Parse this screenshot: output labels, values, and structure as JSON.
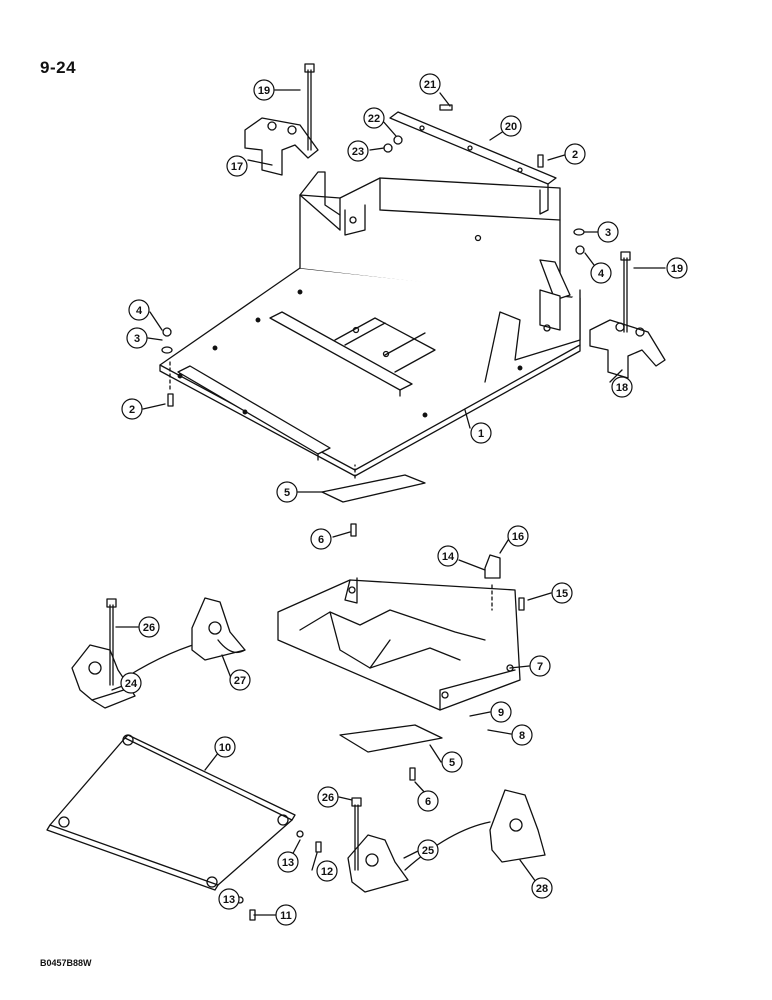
{
  "page_number": "9-24",
  "figure_code": "B0457B88W",
  "callouts": [
    {
      "id": "c1",
      "label": "1"
    },
    {
      "id": "c2a",
      "label": "2"
    },
    {
      "id": "c2b",
      "label": "2"
    },
    {
      "id": "c3a",
      "label": "3"
    },
    {
      "id": "c3b",
      "label": "3"
    },
    {
      "id": "c4a",
      "label": "4"
    },
    {
      "id": "c4b",
      "label": "4"
    },
    {
      "id": "c5a",
      "label": "5"
    },
    {
      "id": "c5b",
      "label": "5"
    },
    {
      "id": "c6a",
      "label": "6"
    },
    {
      "id": "c6b",
      "label": "6"
    },
    {
      "id": "c7",
      "label": "7"
    },
    {
      "id": "c8",
      "label": "8"
    },
    {
      "id": "c9",
      "label": "9"
    },
    {
      "id": "c10",
      "label": "10"
    },
    {
      "id": "c11",
      "label": "11"
    },
    {
      "id": "c12",
      "label": "12"
    },
    {
      "id": "c13a",
      "label": "13"
    },
    {
      "id": "c13b",
      "label": "13"
    },
    {
      "id": "c14",
      "label": "14"
    },
    {
      "id": "c15",
      "label": "15"
    },
    {
      "id": "c16",
      "label": "16"
    },
    {
      "id": "c17",
      "label": "17"
    },
    {
      "id": "c18",
      "label": "18"
    },
    {
      "id": "c19a",
      "label": "19"
    },
    {
      "id": "c19b",
      "label": "19"
    },
    {
      "id": "c20",
      "label": "20"
    },
    {
      "id": "c21",
      "label": "21"
    },
    {
      "id": "c22",
      "label": "22"
    },
    {
      "id": "c23",
      "label": "23"
    },
    {
      "id": "c24",
      "label": "24"
    },
    {
      "id": "c25",
      "label": "25"
    },
    {
      "id": "c26a",
      "label": "26"
    },
    {
      "id": "c26b",
      "label": "26"
    },
    {
      "id": "c27",
      "label": "27"
    },
    {
      "id": "c28",
      "label": "28"
    }
  ]
}
